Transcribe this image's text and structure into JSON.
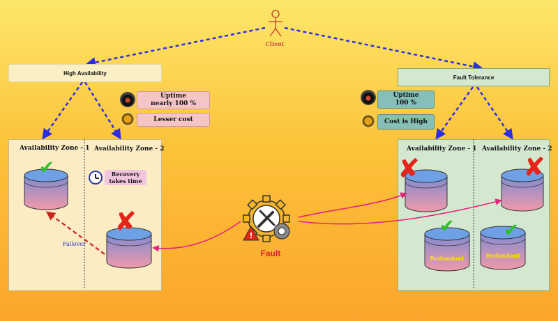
{
  "client": {
    "label": "Client"
  },
  "high_availability": {
    "title": "High Availability",
    "uptime": "Uptime\nnearly 100 %",
    "cost": "Lesser cost",
    "zone1": "Availability Zone - 1",
    "zone2": "Availability Zone - 2",
    "recovery": "Recovery takes time",
    "failover": "Failover"
  },
  "fault_tolerance": {
    "title": "Fault Tolerance",
    "uptime": "Uptime\n100 %",
    "cost": "Cost is High",
    "zone1": "Availability Zone - 1",
    "zone2": "Availability Zone - 2",
    "redundant1": "Redundant",
    "redundant2": "Redundant"
  },
  "fault": {
    "label": "Fault"
  },
  "colors": {
    "dashed_arrow": "#2a2ee6",
    "fault_arrow": "#e6237a",
    "failover_arrow": "#c8241e",
    "ha_panel": "#fbecc4",
    "ft_panel": "#d4e8d0",
    "check": "#2ec026",
    "cross": "#e5241b"
  }
}
